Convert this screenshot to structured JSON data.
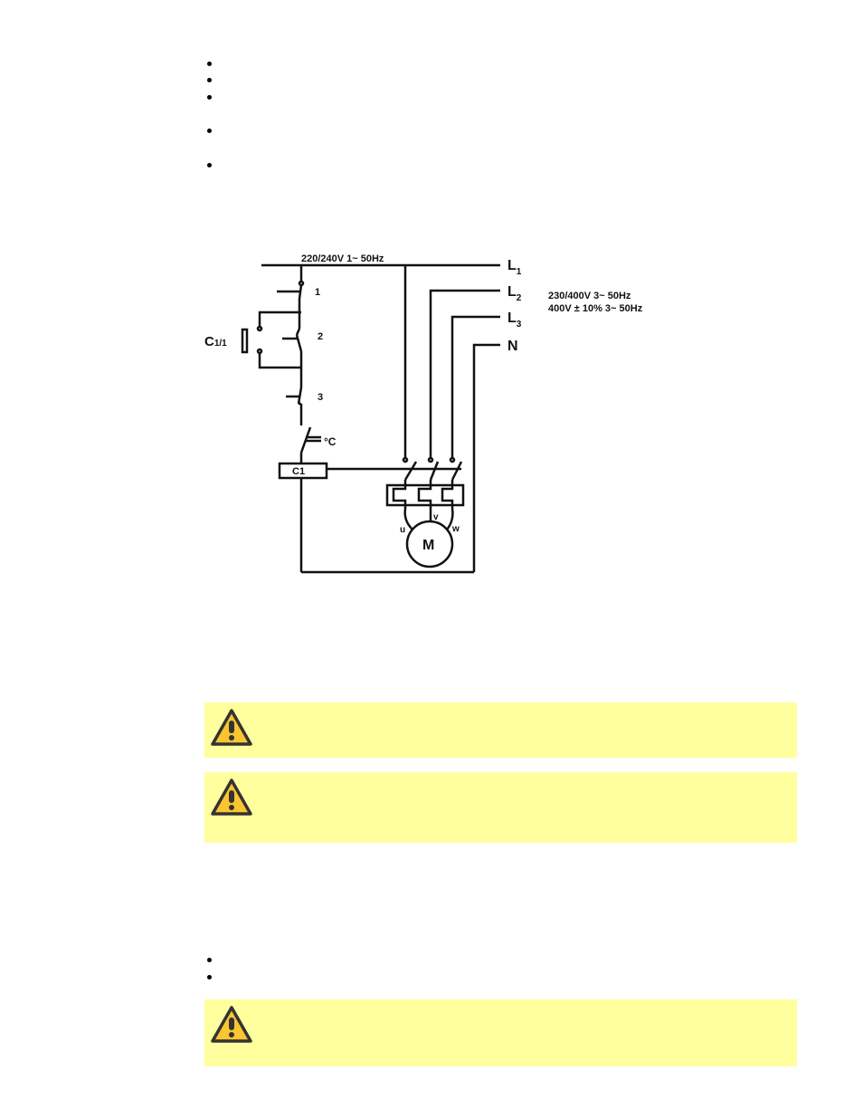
{
  "diagram": {
    "supply_single_phase": "220/240V 1~ 50Hz",
    "lines": {
      "l1": "L",
      "l1_sub": "1",
      "l2": "L",
      "l2_sub": "2",
      "l3": "L",
      "l3_sub": "3",
      "n": "N"
    },
    "supply_three_phase_1": "230/400V 3~ 50Hz",
    "supply_three_phase_2": "400V ± 10% 3~ 50Hz",
    "buttons": [
      "1",
      "2",
      "3"
    ],
    "aux_contact": "C",
    "aux_contact_sub": "1/1",
    "thermostat": "°C",
    "contactor": "C1",
    "motor": "M",
    "terminals": [
      "u",
      "v",
      "w"
    ]
  },
  "warnings": [
    {
      "icon": "warning-icon"
    },
    {
      "icon": "warning-icon"
    },
    {
      "icon": "warning-icon"
    }
  ],
  "colors": {
    "warning_bg": "#ffff9e",
    "warning_icon": "#f9c531"
  }
}
